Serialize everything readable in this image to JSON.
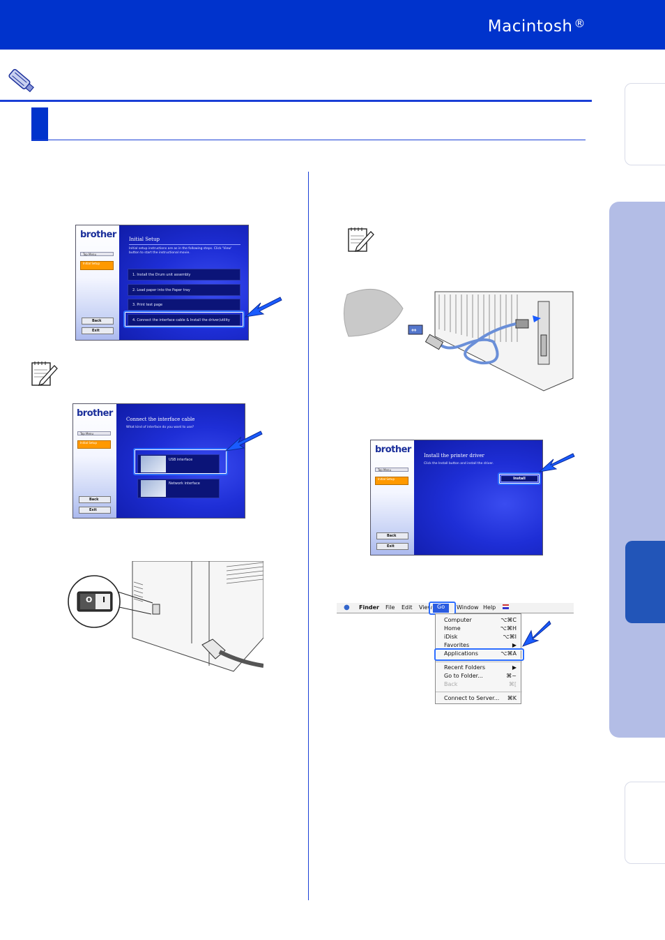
{
  "header": {
    "title": "Macintosh",
    "reg_mark": "®"
  },
  "screens": {
    "initial_setup": {
      "logo": "brother",
      "top_menu": "Top Menu",
      "initial_setup_btn": "Initial Setup",
      "title": "Initial Setup",
      "subtitle": "Initial setup instructions are as in the following steps. Click 'View' button to start the instructional movie.",
      "items": [
        "1. Install the Drum unit assembly",
        "2. Load paper into the Paper tray",
        "3. Print test page",
        "4. Connect the interface cable & Install the driver/utility"
      ],
      "back": "Back",
      "exit": "Exit"
    },
    "connect_cable": {
      "logo": "brother",
      "top_menu": "Top Menu",
      "initial_setup_btn": "Initial Setup",
      "title": "Connect the interface cable",
      "subtitle": "What kind of interface do you want to use?",
      "usb": "USB interface",
      "network": "Network interface",
      "back": "Back",
      "exit": "Exit"
    },
    "install_driver": {
      "logo": "brother",
      "top_menu": "Top Menu",
      "initial_setup_btn": "Initial Setup",
      "title": "Install the printer driver",
      "subtitle": "Click the Install button and install the driver.",
      "install": "Install",
      "back": "Back",
      "exit": "Exit"
    }
  },
  "switch": {
    "off": "O",
    "on": "I"
  },
  "finder": {
    "menubar": [
      "Finder",
      "File",
      "Edit",
      "View",
      "Go",
      "Window",
      "Help"
    ],
    "items": [
      {
        "label": "Computer",
        "key": "⌥⌘C"
      },
      {
        "label": "Home",
        "key": "⌥⌘H"
      },
      {
        "label": "iDisk",
        "key": "⌥⌘I"
      },
      {
        "label": "Favorites",
        "key": "▶"
      },
      {
        "label": "Applications",
        "key": "⌥⌘A"
      },
      {
        "label": "Recent Folders",
        "key": "▶"
      },
      {
        "label": "Go to Folder...",
        "key": "⌘~"
      },
      {
        "label": "Back",
        "key": "⌘["
      },
      {
        "label": "Connect to Server...",
        "key": "⌘K"
      }
    ]
  },
  "colors": {
    "brand_blue": "#0033cc",
    "side_panel": "#b3bde6",
    "active_tab": "#2255b8",
    "highlight": "#2b6cff"
  }
}
